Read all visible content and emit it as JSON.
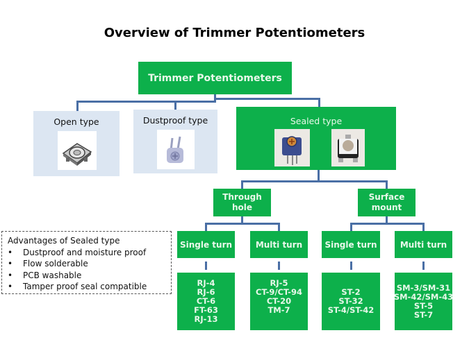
{
  "title": "Overview of Trimmer Potentiometers",
  "root": {
    "label": "Trimmer Potentiometers"
  },
  "types": [
    {
      "label": "Open type",
      "image": "open-type-trimmer-photo"
    },
    {
      "label": "Dustproof type",
      "image": "dustproof-type-trimmer-photo"
    },
    {
      "label": "Sealed type",
      "images": [
        "sealed-through-hole-trimmer-photo",
        "sealed-surface-mount-trimmer-photo"
      ]
    }
  ],
  "mounting": [
    {
      "label_line1": "Through",
      "label_line2": "hole"
    },
    {
      "label_line1": "Surface",
      "label_line2": "mount"
    }
  ],
  "turns": [
    {
      "label": "Single turn",
      "models": [
        "RJ-4",
        "RJ-6",
        "CT-6",
        "FT-63",
        "RJ-13"
      ]
    },
    {
      "label": "Multi turn",
      "models": [
        "RJ-5",
        "CT-9/CT-94",
        "CT-20",
        "TM-7"
      ]
    },
    {
      "label": "Single turn",
      "models": [
        "ST-2",
        "ST-32",
        "ST-4/ST-42"
      ]
    },
    {
      "label": "Multi turn",
      "models": [
        "SM-3/SM-31",
        "SM-42/SM-43",
        "ST-5",
        "ST-7"
      ]
    }
  ],
  "advantages": {
    "heading": "Advantages of Sealed type",
    "bullet": "•",
    "items": [
      "Dustproof and moisture proof",
      "Flow solderable",
      "PCB washable",
      "Tamper proof seal compatible"
    ]
  },
  "colors": {
    "box_green": "#0db04b",
    "box_light": "#dce6f2",
    "connector": "#4a6fa5"
  }
}
